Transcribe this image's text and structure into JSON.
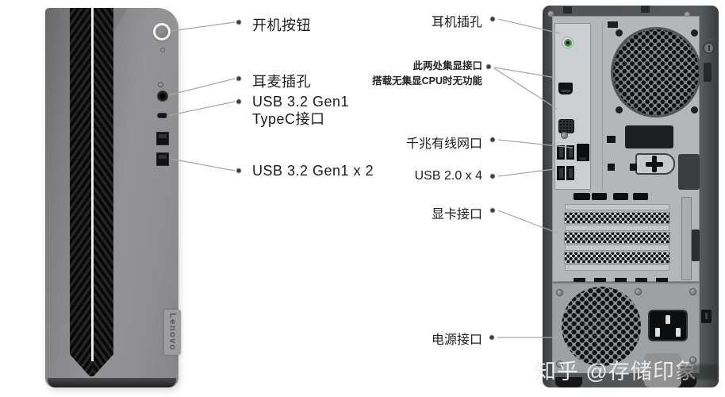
{
  "front_view": {
    "logo": "Lenovo",
    "annotations": {
      "power_button": "开机按钮",
      "headset_jack": "耳麦插孔",
      "usb_typec_line1": "USB 3.2 Gen1",
      "usb_typec_line2": "TypeC接口",
      "usb_ports": "USB 3.2 Gen1 x 2"
    }
  },
  "rear_view": {
    "annotations": {
      "headphone_jack": "耳机插孔",
      "igpu_note_line1": "此两处集显接口",
      "igpu_note_line2": "搭载无集显CPU时无功能",
      "lan_port": "千兆有线网口",
      "usb2_ports": "USB 2.0 x 4",
      "gpu_slot": "显卡接口",
      "power_inlet": "电源接口"
    }
  },
  "watermark": {
    "text": "知乎 @存储印象"
  },
  "colors": {
    "label_text": "#1c1c1c",
    "leader_line": "#a6a6a6",
    "front_tower_gray": "#8f8f91",
    "rear_frame_dark": "#474a4c",
    "rear_panel_gray": "#b3b7b9",
    "audio_jack_green": "#45a047",
    "watermark_text": "#f0f0f0"
  }
}
